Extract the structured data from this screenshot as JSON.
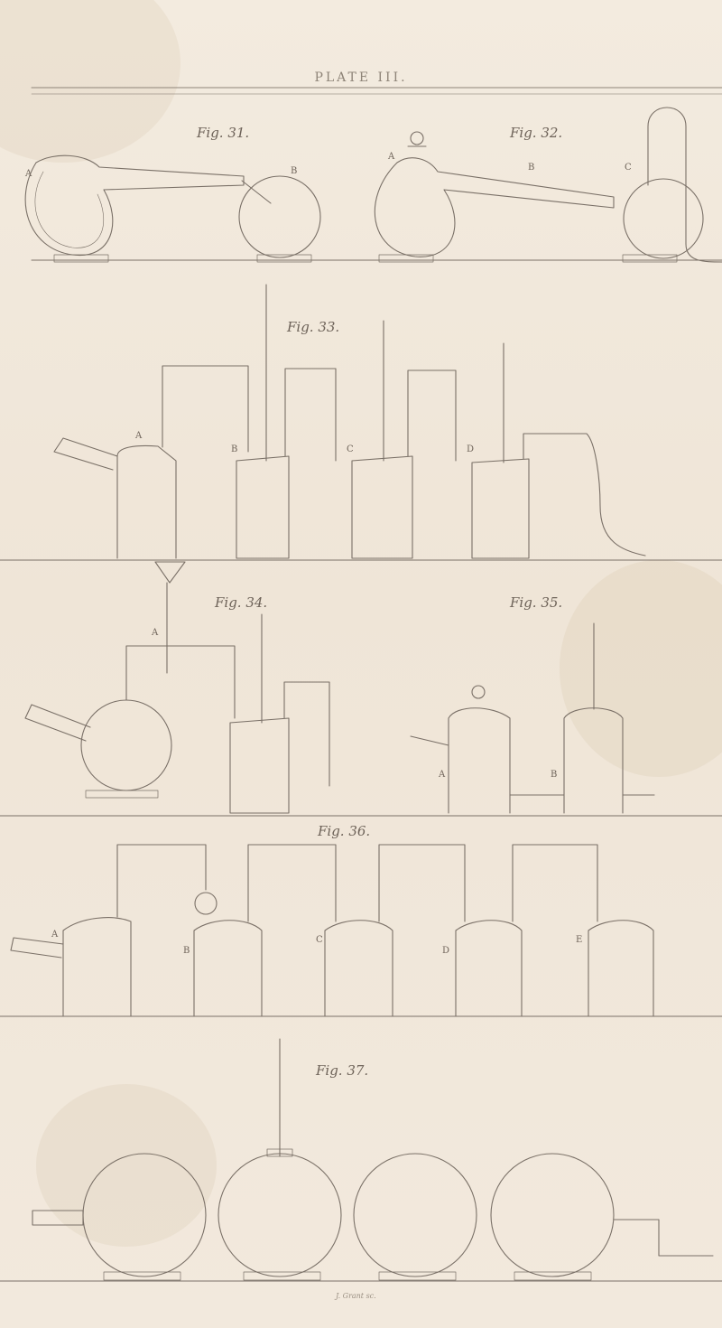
{
  "plate": {
    "title": "PLATE III."
  },
  "figures": [
    {
      "id": "fig31",
      "label": "Fig. 31.",
      "letters": [
        "A",
        "B"
      ]
    },
    {
      "id": "fig32",
      "label": "Fig. 32.",
      "letters": [
        "A",
        "B",
        "C"
      ]
    },
    {
      "id": "fig33",
      "label": "Fig. 33.",
      "letters": [
        "A",
        "B",
        "C",
        "D"
      ]
    },
    {
      "id": "fig34",
      "label": "Fig. 34.",
      "letters": [
        "A"
      ]
    },
    {
      "id": "fig35",
      "label": "Fig. 35.",
      "letters": [
        "A",
        "B"
      ]
    },
    {
      "id": "fig36",
      "label": "Fig. 36.",
      "letters": [
        "A",
        "B",
        "C",
        "D",
        "E"
      ]
    },
    {
      "id": "fig37",
      "label": "Fig. 37.",
      "letters": []
    }
  ],
  "engraver_credit": "J. Grant sc."
}
